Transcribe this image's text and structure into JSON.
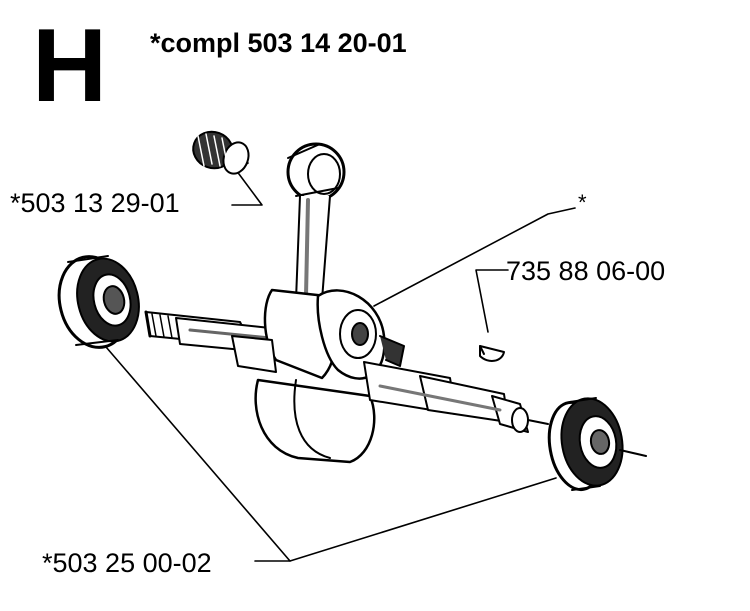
{
  "figure": {
    "section_letter": "H",
    "kit_label": "*compl 503 14 20-01"
  },
  "callouts": {
    "small_bearing": "*503 13 29-01",
    "crankshaft_assembly": "*",
    "woodruff_key": "735 88 06-00",
    "main_bearings": "*503 25 00-02"
  },
  "colors": {
    "ink": "#000000",
    "paper": "#ffffff"
  }
}
